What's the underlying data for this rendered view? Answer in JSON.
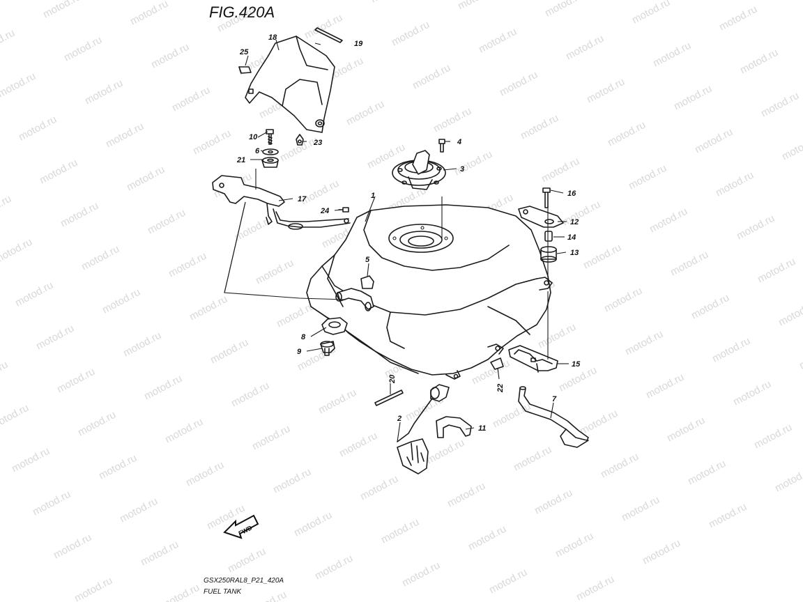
{
  "figure": {
    "title": "FIG.420A",
    "model_code": "GSX250RAL8_P21_420A",
    "section_name": "FUEL TANK",
    "fwd_label": "FWD",
    "watermark": "motod.ru"
  },
  "parts": {
    "p1": "1",
    "p2": "2",
    "p3": "3",
    "p4": "4",
    "p5": "5",
    "p6": "6",
    "p7": "7",
    "p8": "8",
    "p9": "9",
    "p10": "10",
    "p11": "11",
    "p12": "12",
    "p13": "13",
    "p14": "14",
    "p15": "15",
    "p16": "16",
    "p17": "17",
    "p18": "18",
    "p19": "19",
    "p20": "20",
    "p21": "21",
    "p22": "22",
    "p23": "23",
    "p24": "24",
    "p25": "25"
  }
}
